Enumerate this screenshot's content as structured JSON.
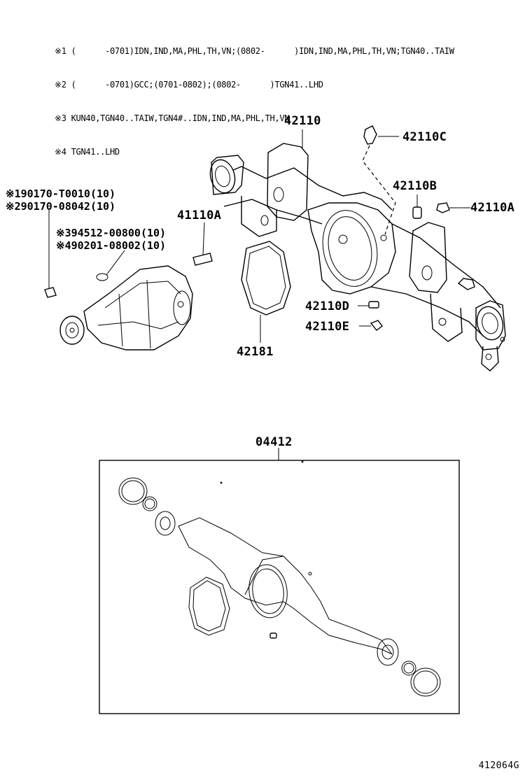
{
  "notes": [
    "※1 (      -0701)IDN,IND,MA,PHL,TH,VN;(0802-      )IDN,IND,MA,PHL,TH,VN;TGN40..TAIW",
    "※2 (      -0701)GCC;(0701-0802);(0802-      )TGN41..LHD",
    "※3 KUN40,TGN40..TAIW,TGN4#..IDN,IND,MA,PHL,TH,VN",
    "※4 TGN41..LHD"
  ],
  "parts": {
    "p42110": "42110",
    "p42110C": "42110C",
    "p42110B": "42110B",
    "p42110A": "42110A",
    "p41110A": "41110A",
    "p42110D": "42110D",
    "p42110E": "42110E",
    "p42181": "42181",
    "p04412": "04412"
  },
  "subparts": [
    "※190170-T0010(10)",
    "※290170-08042(10)",
    "※394512-00800(10)",
    "※490201-08002(10)"
  ],
  "footer_code": "412064G"
}
